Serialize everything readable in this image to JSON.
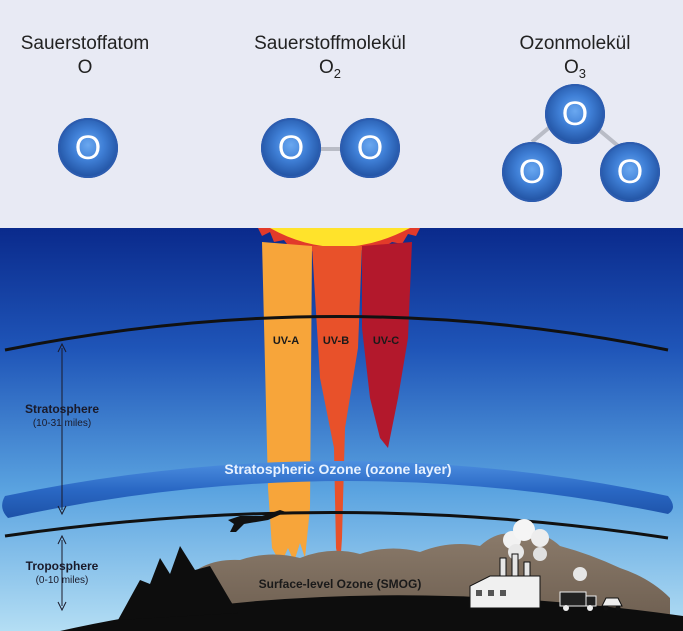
{
  "molecules": {
    "atom": {
      "name": "Sauerstoffatom",
      "formula_main": "O",
      "formula_sub": ""
    },
    "oxygen": {
      "name": "Sauerstoffmolekül",
      "formula_main": "O",
      "formula_sub": "2"
    },
    "ozone": {
      "name": "Ozonmolekül",
      "formula_main": "O",
      "formula_sub": "3"
    },
    "atom_letter": "O"
  },
  "atmosphere": {
    "uv_bands": [
      "UV-A",
      "UV-B",
      "UV-C"
    ],
    "ozone_layer_label": "Stratospheric Ozone (ozone layer)",
    "stratosphere": {
      "name": "Stratosphere",
      "range": "(10-31 miles)"
    },
    "troposphere": {
      "name": "Troposphere",
      "range": "(0-10 miles)"
    },
    "smog_label": "Surface-level Ozone (SMOG)"
  },
  "colors": {
    "uv_a": "#f7a53a",
    "uv_b": "#e8512a",
    "uv_c": "#b3182c",
    "sky_top": "#0a2a8c",
    "sky_bottom": "#9fd2f0",
    "ozone_band": "#2f72c8",
    "sun": "#ffe32b"
  }
}
